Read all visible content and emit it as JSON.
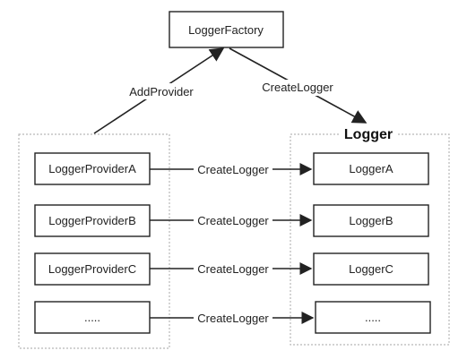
{
  "factory": {
    "label": "LoggerFactory"
  },
  "logger_group": {
    "title": "Logger"
  },
  "edges": {
    "add_provider": "AddProvider",
    "create_logger_factory": "CreateLogger",
    "create_logger_rows": [
      "CreateLogger",
      "CreateLogger",
      "CreateLogger",
      "CreateLogger"
    ]
  },
  "providers": [
    "LoggerProviderA",
    "LoggerProviderB",
    "LoggerProviderC",
    "....."
  ],
  "loggers": [
    "LoggerA",
    "LoggerB",
    "LoggerC",
    "....."
  ],
  "colors": {
    "stroke": "#222222",
    "dotted": "#b8b8b8",
    "text": "#222222"
  }
}
